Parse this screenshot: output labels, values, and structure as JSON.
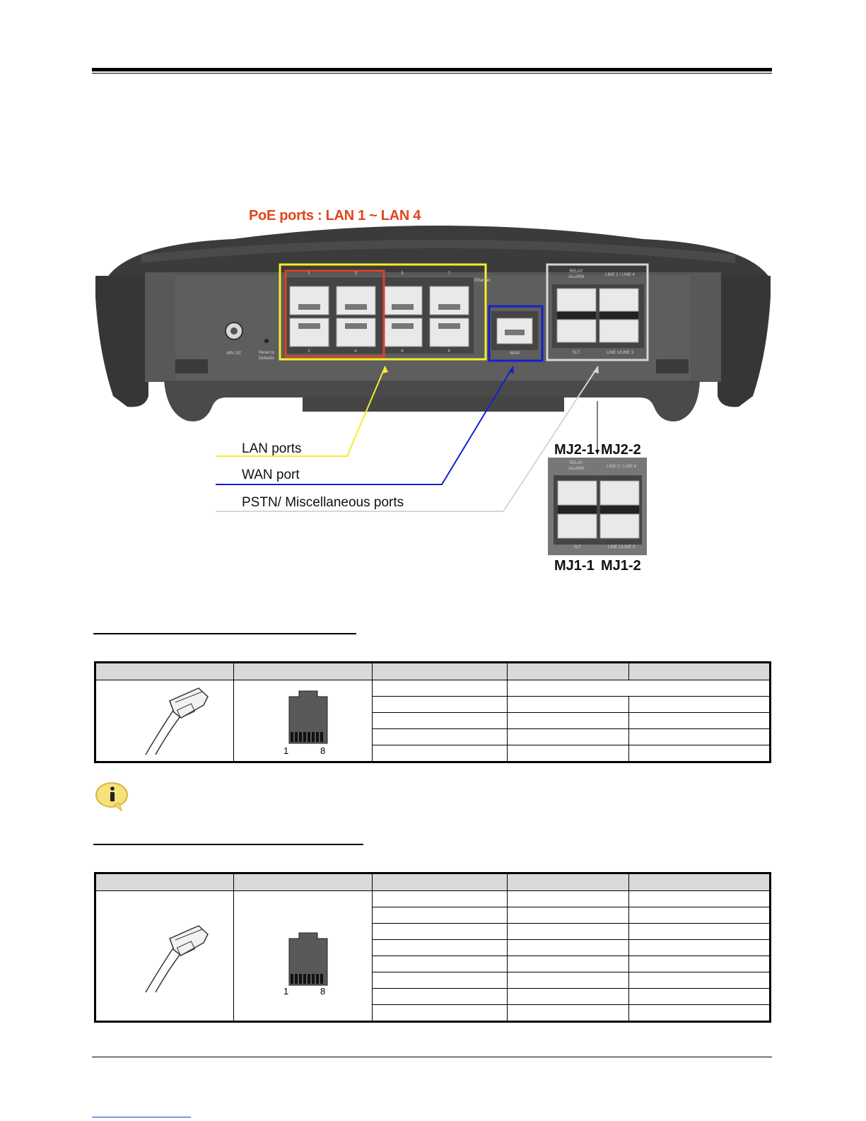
{
  "figure": {
    "poe_title": "PoE ports : LAN 1 ~ LAN 4",
    "callouts": {
      "lan": "LAN ports",
      "wan": "WAN port",
      "pstn": "PSTN/ Miscellaneous ports"
    },
    "colors": {
      "lan": "#f4ee2a",
      "wan": "#1522c8",
      "pstn": "#d6d6d6",
      "poe": "#d8452a"
    },
    "device_labels": {
      "power": "48V DC",
      "reset": "Reset to Defaults",
      "wan": "WAN",
      "relay": "RELAY /ALARM",
      "line24": "LINE 2 / LINE 4",
      "slt": "SLT",
      "line13": "LINE 1/LINE 3",
      "lan_top": [
        "1",
        "3",
        "5",
        "7"
      ],
      "lan_bottom": [
        "2",
        "4",
        "6",
        "8"
      ],
      "ethernet": "Ethernet"
    },
    "zoom": {
      "mj2_1": "MJ2-1",
      "mj2_2": "MJ2-2",
      "mj1_1": "MJ1-1",
      "mj1_2": "MJ1-2",
      "relay": "RELAY /ALARM",
      "line24": "LINE 2 / LINE 4",
      "slt": "SLT",
      "line13": "LINE 1/LINE 3"
    }
  },
  "table1": {
    "pin_start": "1",
    "pin_end": "8"
  },
  "table2": {
    "pin_start": "1",
    "pin_end": "8"
  },
  "note_icon": "info-icon"
}
